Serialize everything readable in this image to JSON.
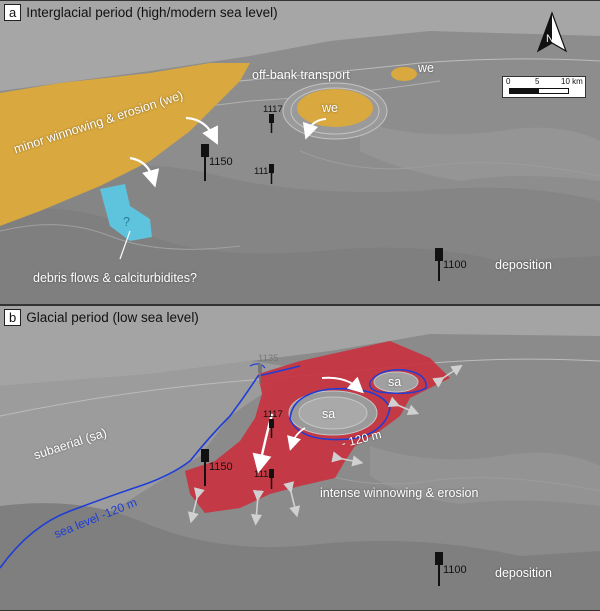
{
  "panel_a": {
    "letter": "a",
    "title": "Interglacial period (high/modern sea level)",
    "labels": {
      "minor_winnowing": "minor winnowing & erosion (we)",
      "off_bank": "off-bank transport",
      "we_upper": "we",
      "we_mound": "we",
      "debris_flows": "debris flows & calciturbidites?",
      "question": "?",
      "deposition": "deposition"
    },
    "sites": {
      "s1150": "1150",
      "s1117": "1117",
      "s1114": "1114",
      "s1100": "1100"
    },
    "scale": {
      "t0": "0",
      "t5": "5",
      "t10": "10 km"
    },
    "north_letter": "N"
  },
  "panel_b": {
    "letter": "b",
    "title": "Glacial period (low sea level)",
    "labels": {
      "subaerial": "subaerial (sa)",
      "sa_upper": "sa",
      "sa_mound": "sa",
      "contour_120": "- 120 m",
      "sea_level": "sea level -120 m",
      "intense": "intense winnowing & erosion",
      "deposition": "deposition"
    },
    "sites": {
      "s1135": "1135",
      "s1117": "1117",
      "s1150": "1150",
      "s1114": "1114",
      "s1100": "1100"
    }
  },
  "colors": {
    "winnowing_fill": "#d9a83e",
    "debris_fill": "#5ec3dd",
    "erosion_fill": "#c8323f",
    "contour_line": "#1f3ed6",
    "seafloor": "#8b8b8b"
  }
}
